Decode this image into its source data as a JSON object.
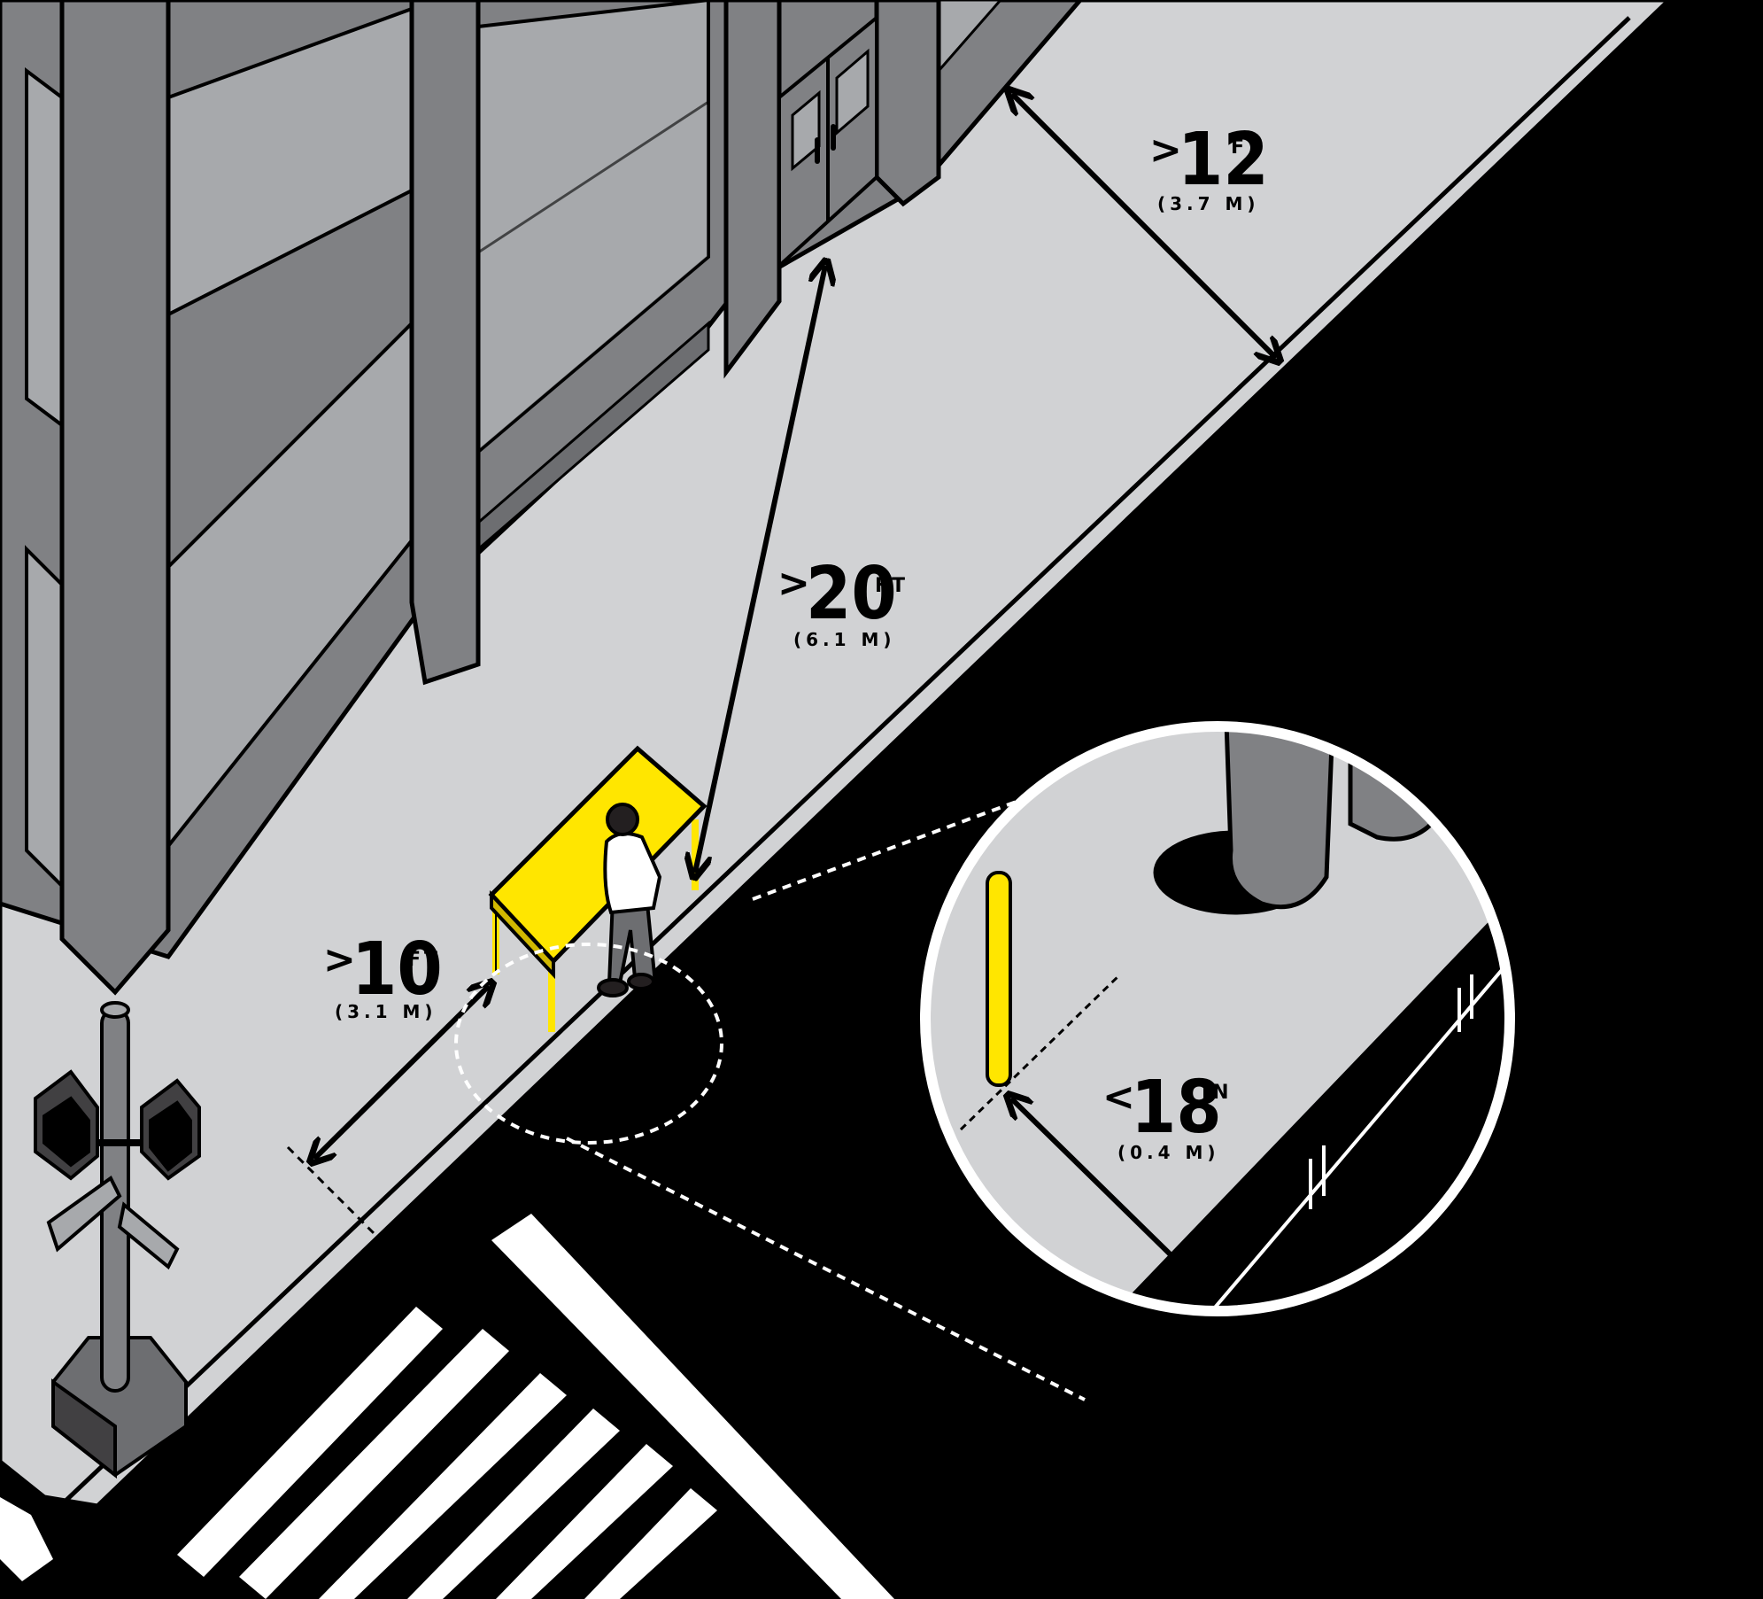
{
  "colors": {
    "sidewalk": "#d1d2d4",
    "building_dark": "#808184",
    "building_glass": "#a7a9ac",
    "road": "#000000",
    "table_yellow": "#ffe600",
    "crosswalk": "#ffffff"
  },
  "measurements": {
    "curb_to_building": {
      "comparator": ">",
      "value": "12",
      "unit": "FT",
      "metric": "(3.7 M)"
    },
    "table_to_entrance": {
      "comparator": ">",
      "value": "20",
      "unit": "FT",
      "metric": "(6.1 M)"
    },
    "table_to_crosswalk": {
      "comparator": ">",
      "value": "10",
      "unit": "FT",
      "metric": "(3.1 M)"
    },
    "leg_to_curb": {
      "comparator": "<",
      "value": "18",
      "unit": "IN",
      "metric": "(0.4 M)"
    }
  },
  "icons": [
    "building-facade",
    "entrance-door",
    "folding-table",
    "vendor-person",
    "traffic-signal-pole",
    "crosswalk-stripes",
    "magnifier-circle"
  ]
}
